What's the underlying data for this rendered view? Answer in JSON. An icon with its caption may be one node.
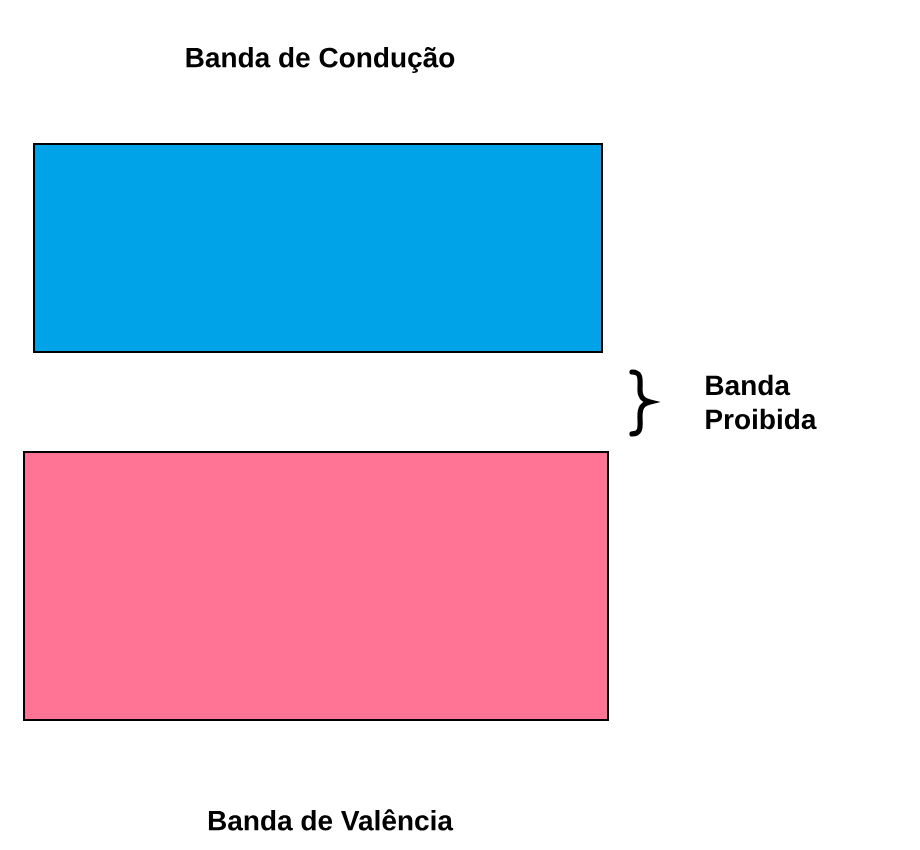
{
  "diagram": {
    "nodes": [
      {
        "text": [
          "Banda de Condução"
        ]
      },
      {
        "text": [
          "Banda de Valência"
        ]
      }
    ],
    "labels": [
      "Banda Proibida"
    ]
  }
}
